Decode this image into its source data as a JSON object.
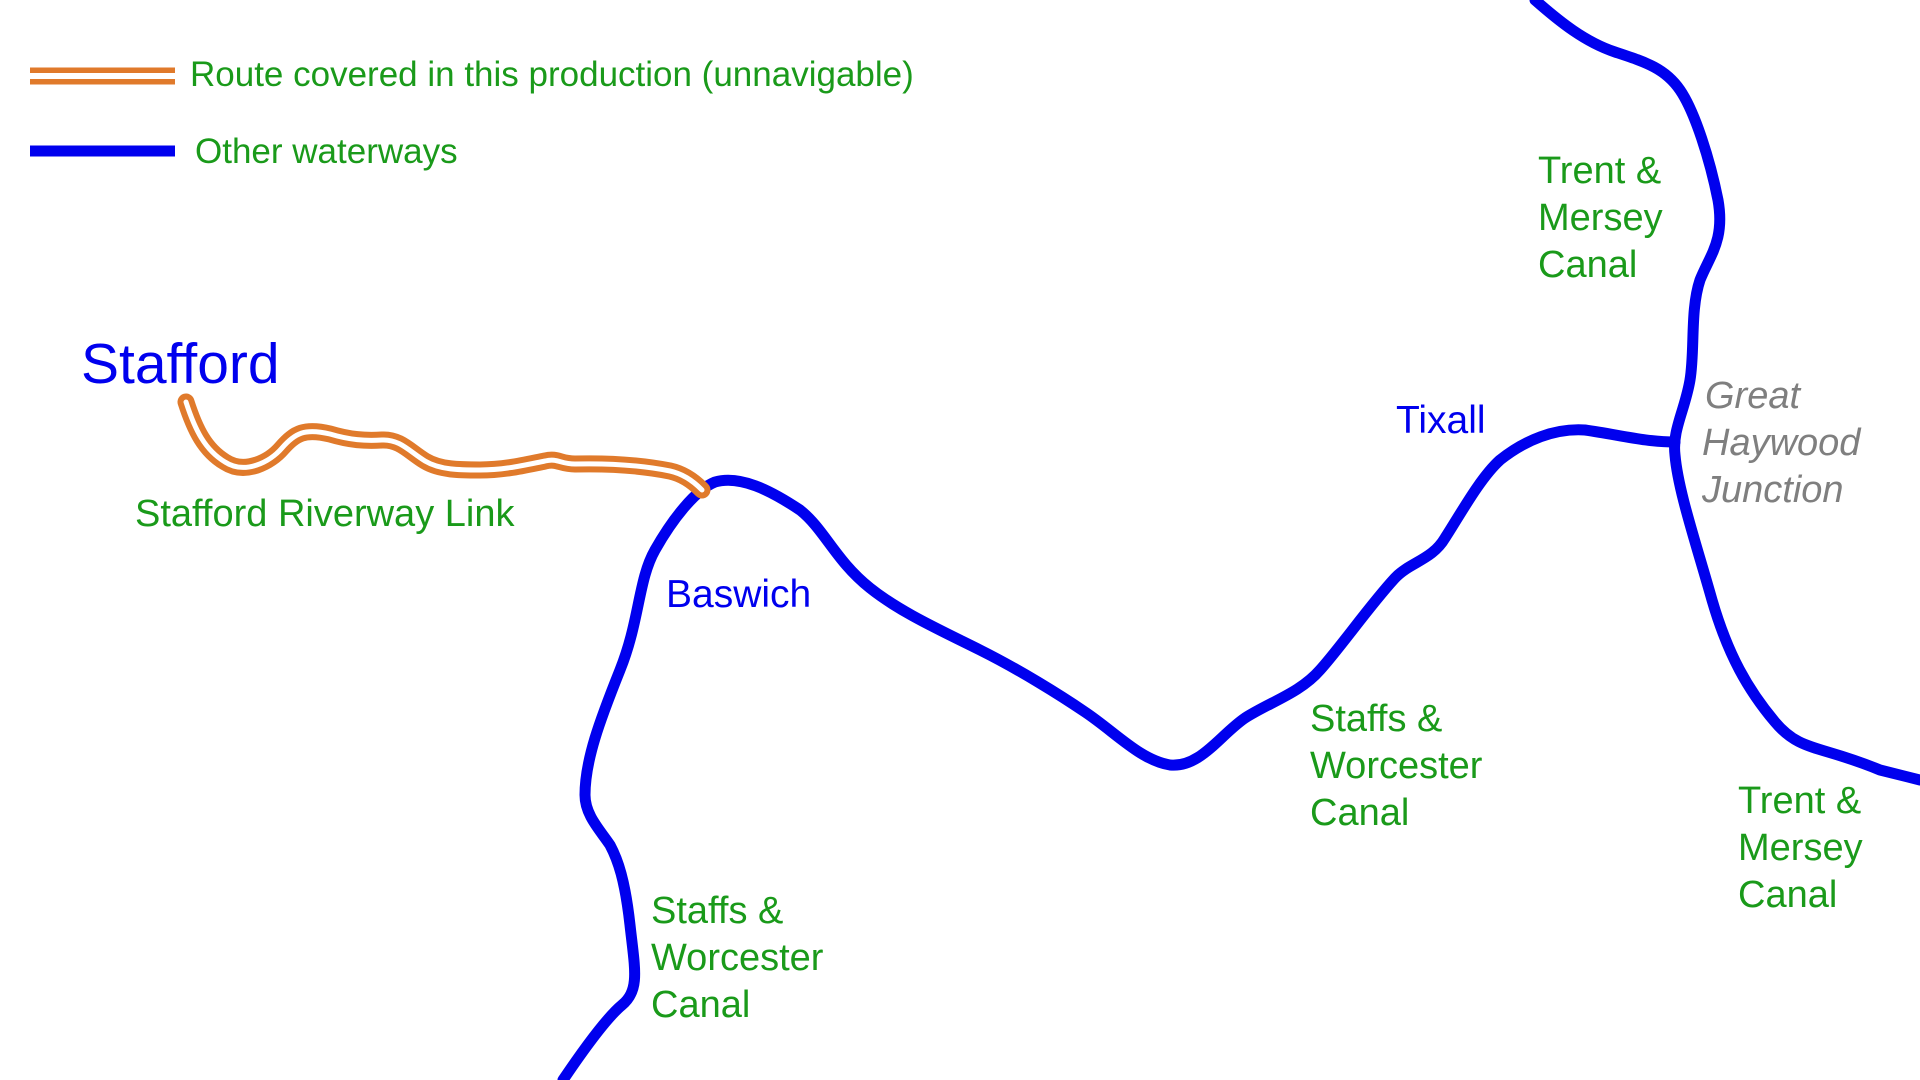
{
  "colors": {
    "waterway": "#0000ee",
    "route": "#e07a2b",
    "label_green": "#1a9a1a",
    "label_blue": "#0000ee",
    "label_grey": "#7f7f7f",
    "background": "#ffffff"
  },
  "legend": {
    "route_label": "Route covered in this production (unnavigable)",
    "other_label": "Other waterways"
  },
  "places": {
    "stafford": "Stafford",
    "baswich": "Baswich",
    "tixall": "Tixall"
  },
  "junction": {
    "line1": "Great",
    "line2": "Haywood",
    "line3": "Junction"
  },
  "route_label": "Stafford Riverway Link",
  "canals": {
    "trent_mersey_north": [
      "Trent &",
      "Mersey",
      "Canal"
    ],
    "trent_mersey_south": [
      "Trent &",
      "Mersey",
      "Canal"
    ],
    "staffs_worcester_east": [
      "Staffs &",
      "Worcester",
      "Canal"
    ],
    "staffs_worcester_south": [
      "Staffs &",
      "Worcester",
      "Canal"
    ]
  }
}
